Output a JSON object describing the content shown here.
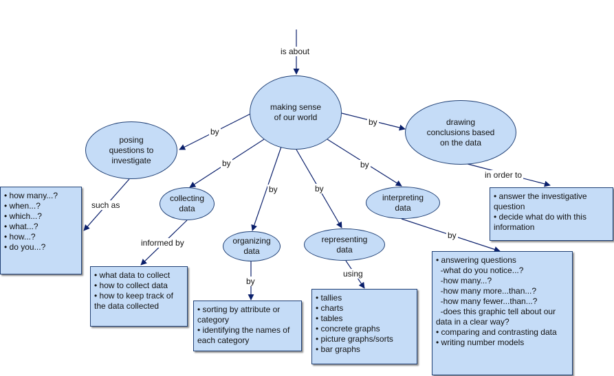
{
  "links": {
    "is_about": "is about",
    "by_posing": "by",
    "by_collecting": "by",
    "by_organizing": "by",
    "by_representing": "by",
    "by_interpreting": "by",
    "by_drawing": "by",
    "such_as": "such as",
    "informed_by": "informed by",
    "by_sorting": "by",
    "using": "using",
    "in_order_to": "in order to",
    "by_answering": "by"
  },
  "nodes": {
    "main": "making sense\nof our world",
    "posing": "posing\nquestions to\ninvestigate",
    "collecting": "collecting\ndata",
    "organizing": "organizing\ndata",
    "representing": "representing\ndata",
    "interpreting": "interpreting\ndata",
    "drawing": "drawing\nconclusions based\non the data"
  },
  "boxes": {
    "questions": [
      "• how many...?",
      "• when...?",
      "• which...?",
      "• what...?",
      "• how...?",
      "• do you...?"
    ],
    "collect": [
      "• what data to collect",
      "• how to collect data",
      "• how to keep track of",
      "the data collected"
    ],
    "sorting": [
      "• sorting by attribute or",
      "category",
      "• identifying the names of",
      "each category"
    ],
    "tools": [
      "• tallies",
      "• charts",
      "• tables",
      "• concrete graphs",
      "• picture graphs/sorts",
      "• bar graphs"
    ],
    "interpret": [
      "• answering questions",
      "  -what do you notice...?",
      "  -how many...?",
      "  -how many more...than...?",
      "  -how many fewer...than...?",
      "  -does this graphic tell about our",
      "data in a clear way?",
      "• comparing and contrasting data",
      "• writing number models"
    ],
    "conclude": [
      "• answer the investigative",
      "question",
      "• decide what do with this",
      "information"
    ]
  },
  "colors": {
    "fill": "#c5dcf7",
    "border": "#1f3f74",
    "line": "#0a1f6b"
  }
}
